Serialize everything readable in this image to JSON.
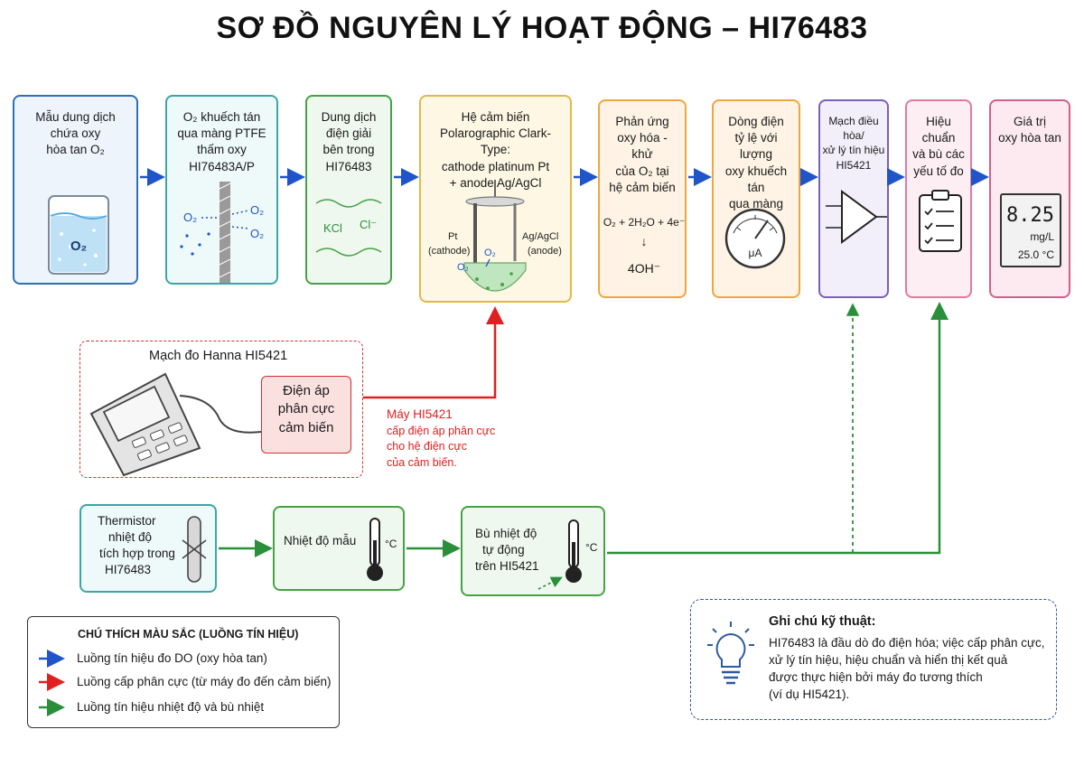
{
  "title": "SƠ ĐỒ NGUYÊN LÝ HOẠT ĐỘNG – HI76483",
  "colors": {
    "blue": "#1f55c8",
    "red": "#e02020",
    "green": "#2a8f3a",
    "box1": "#2f6fb8",
    "box2": "#3aa6a6",
    "box3": "#47a147",
    "box4": "#e0b94a",
    "box5": "#f0a640",
    "box6": "#f0a640",
    "box7": "#7a60b8",
    "box8": "#e07aa0",
    "box9": "#d0608c"
  },
  "boxes": {
    "b1": {
      "lines": [
        "Mẫu dung dịch",
        "chứa oxy",
        "hòa tan O₂"
      ],
      "beaker_label": "O₂",
      "icon": "beaker-icon"
    },
    "b2": {
      "lines": [
        "O₂ khuếch tán",
        "qua màng PTFE",
        "thấm oxy",
        "HI76483A/P"
      ],
      "o2_left": "O₂",
      "o2_right_top": "O₂",
      "o2_right_bottom": "O₂",
      "icon": "membrane-icon"
    },
    "b3": {
      "lines": [
        "Dung dịch",
        "điện giải",
        "bên trong",
        "HI76483"
      ],
      "kcl": "KCl",
      "cl": "Cl⁻"
    },
    "b4": {
      "lines": [
        "Hệ cảm biến",
        "Polarographic Clark-Type:",
        "cathode platinum Pt",
        "+ anode Ag/AgCl"
      ],
      "pt": "Pt",
      "cathode": "(cathode)",
      "agagcl": "Ag/AgCl",
      "anode": "(anode)",
      "o2a": "O₂",
      "o2b": "O₂",
      "icon": "clark-sensor-icon"
    },
    "b5": {
      "lines": [
        "Phản ứng",
        "oxy hóa - khử",
        "của O₂ tại",
        "hệ cảm biến"
      ],
      "equation": "O₂ + 2H₂O + 4e⁻",
      "arrow": "↓",
      "product": "4OH⁻"
    },
    "b6": {
      "lines": [
        "Dòng điện",
        "tỷ lệ với lượng",
        "oxy khuếch tán",
        "qua màng"
      ],
      "unit": "μA",
      "icon": "ammeter-icon"
    },
    "b7": {
      "lines": [
        "Mạch điều hòa/",
        "xử lý tín hiệu",
        "HI5421"
      ],
      "icon": "amplifier-icon"
    },
    "b8": {
      "lines": [
        "Hiệu chuẩn",
        "và bù các",
        "yếu tố đo"
      ],
      "icon": "clipboard-checklist-icon"
    },
    "b9": {
      "lines": [
        "Giá trị",
        "oxy hòa tan"
      ],
      "value": "8.25",
      "unit": "mg/L",
      "temp": "25.0 °C"
    }
  },
  "hanna": {
    "title": "Mạch đo Hanna HI5421",
    "voltage_lines": [
      "Điện áp",
      "phân cực",
      "cảm biến"
    ],
    "icon": "meter-device-icon"
  },
  "red_note": {
    "title": "Máy HI5421",
    "lines": [
      "cấp điện áp phân cực",
      "cho hệ điện cực",
      "của cảm biến."
    ]
  },
  "thermistor": {
    "lines": [
      "Thermistor",
      "nhiệt độ",
      "tích hợp trong",
      "HI76483"
    ],
    "icon": "thermistor-icon"
  },
  "temp_sample": {
    "label": "Nhiệt độ mẫu",
    "unit": "°C",
    "icon": "thermometer-icon"
  },
  "temp_comp": {
    "lines": [
      "Bù nhiệt độ",
      "tự động",
      "trên HI5421"
    ],
    "unit": "°C",
    "icon": "thermometer-icon"
  },
  "legend": {
    "title": "CHÚ THÍCH MÀU SẮC (LUỒNG TÍN HIỆU)",
    "items": [
      {
        "label": "Luồng tín hiệu đo DO (oxy hòa tan)",
        "color": "#1f55c8"
      },
      {
        "label": "Luồng cấp phân cực (từ máy đo đến cảm biến)",
        "color": "#e02020"
      },
      {
        "label": "Luồng tín hiệu nhiệt độ và bù nhiệt",
        "color": "#2a8f3a"
      }
    ]
  },
  "note": {
    "title": "Ghi chú kỹ thuật:",
    "lines": [
      "HI76483 là đầu dò đo điện hóa; việc cấp phân cực,",
      "xử lý tín hiệu, hiệu chuẩn và hiển thị kết quả",
      "được thực hiện bởi máy đo tương thích",
      "(ví dụ HI5421)."
    ],
    "icon": "lightbulb-icon"
  }
}
